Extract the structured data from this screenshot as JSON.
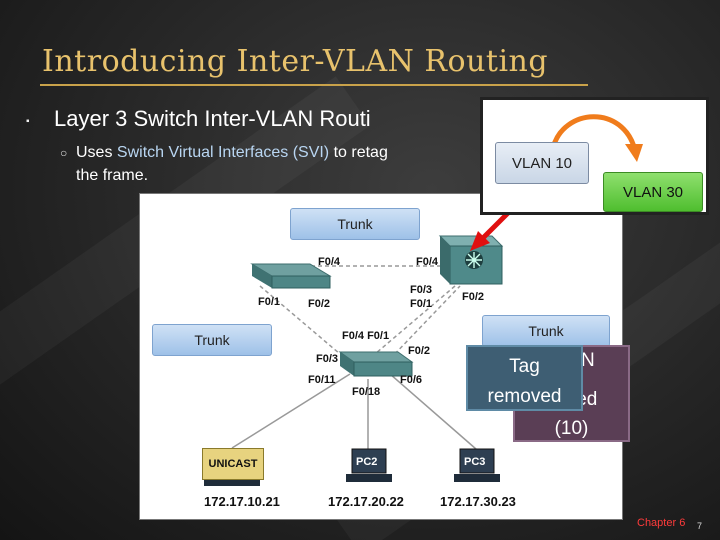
{
  "title": "Introducing Inter-VLAN Routing",
  "bullet_level1": "Layer 3 Switch Inter-VLAN Routi",
  "bullet_level2": {
    "prefix": "Uses ",
    "highlight": "Switch Virtual Interfaces (SVI)",
    "suffix": " to retag",
    "line2": "the frame."
  },
  "diagram": {
    "trunks": [
      "Trunk",
      "Trunk",
      "Trunk"
    ],
    "ports": {
      "s1_f04": "F0/4",
      "s1_f01": "F0/1",
      "s1_f02": "F0/2",
      "l3_f04": "F0/4",
      "l3_f03": "F0/3",
      "l3_f01": "F0/1",
      "l3_f02": "F0/2",
      "s2_f04_f01": "F0/4 F0/1",
      "s2_f03": "F0/3",
      "s2_f02": "F0/2",
      "s2_f011": "F0/11",
      "s2_f06": "F0/6",
      "s2_f018": "F0/18"
    },
    "unicast_label": "UNICAST",
    "pcs": [
      {
        "label": "",
        "ip": "172.17.10.21"
      },
      {
        "label": "PC2",
        "ip": "172.17.20.22"
      },
      {
        "label": "PC3",
        "ip": "172.17.30.23"
      }
    ]
  },
  "vlan_inset": {
    "from": "VLAN 10",
    "to": "VLAN 30"
  },
  "tag_front": [
    "Tag",
    "removed"
  ],
  "tag_back": [
    "AN",
    "ged",
    "(10)"
  ],
  "footer": "Chapter 6",
  "page_number": "7",
  "colors": {
    "title": "#e8c26c",
    "highlight": "#b9d6f2",
    "footer": "#ff3b3b",
    "arrow_red": "#e01010",
    "arrow_orange": "#f07c1c"
  }
}
